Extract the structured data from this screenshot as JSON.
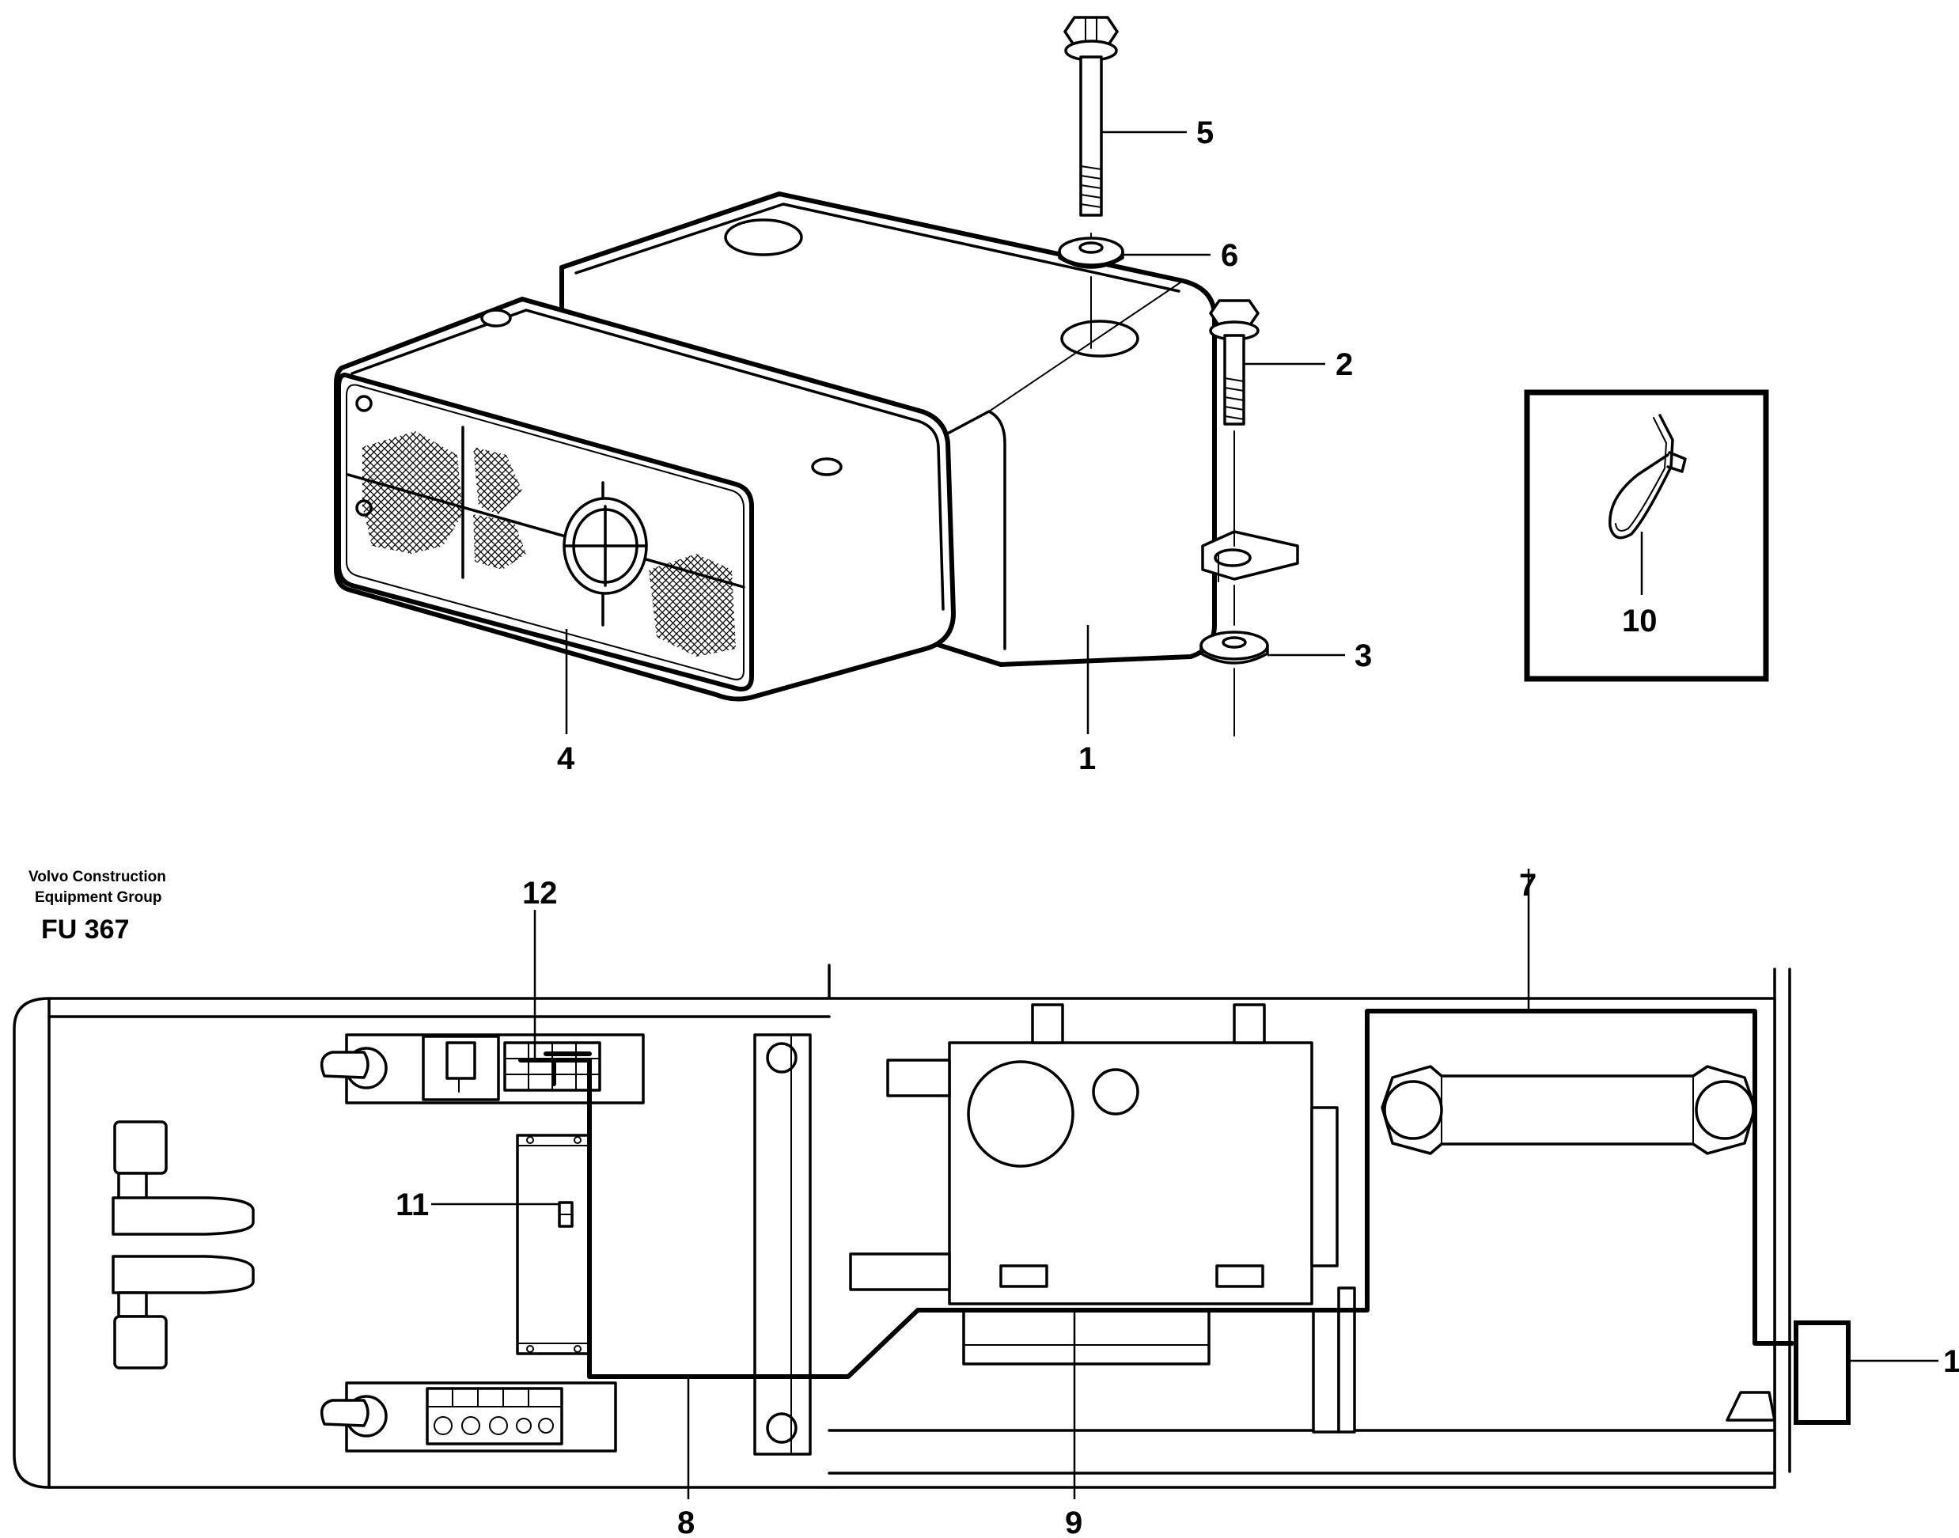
{
  "brand": {
    "line1": "Volvo Construction",
    "line2": "Equipment Group"
  },
  "figure_code": "FU 367",
  "callouts": {
    "c1_top": "1",
    "c2": "2",
    "c3": "3",
    "c4": "4",
    "c5": "5",
    "c6": "6",
    "c7": "7",
    "c8": "8",
    "c9": "9",
    "c10": "10",
    "c11": "11",
    "c12": "12",
    "c1_bottom": "1"
  }
}
